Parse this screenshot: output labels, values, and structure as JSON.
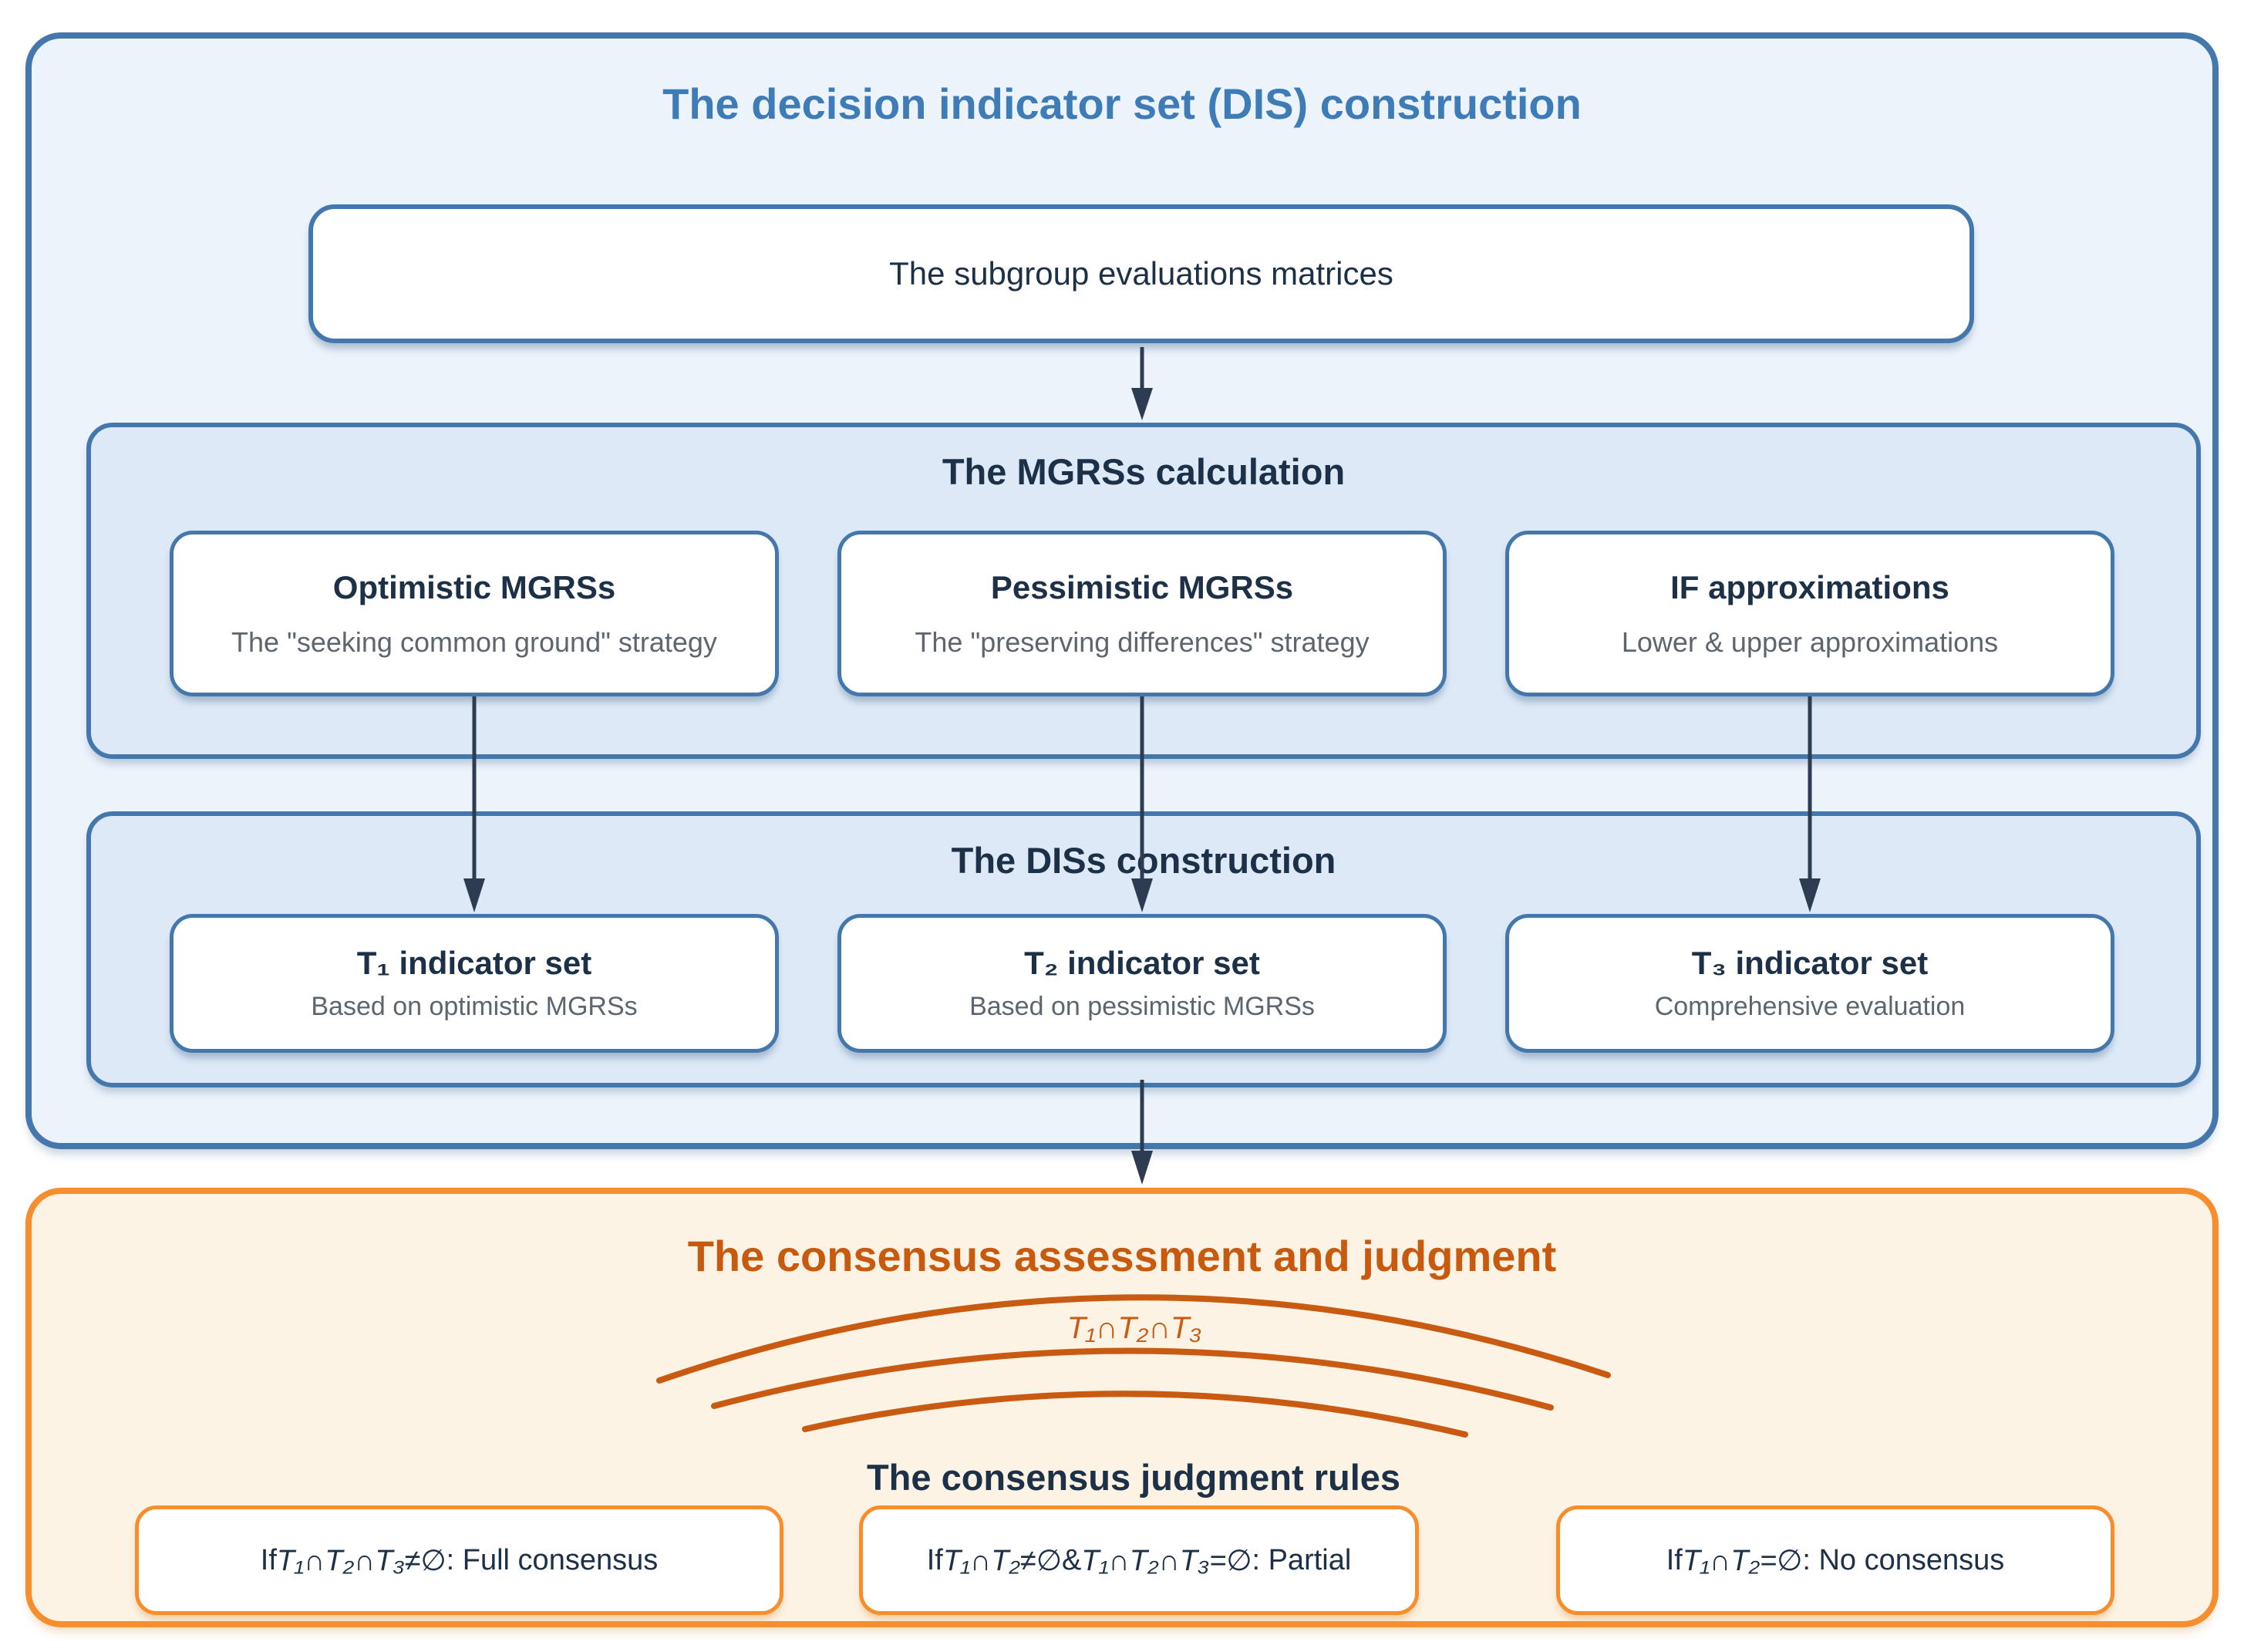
{
  "colors": {
    "panel_border_blue": "#4478AD",
    "panel_fill_light": "#ECF3FB",
    "panel_fill_mid": "#DDE9F7",
    "navy_text": "#1C3047",
    "gray_text": "#5D666F",
    "blue_title": "#3E7CB8",
    "orange_border": "#F78E2D",
    "orange_fill": "#FCF3E4",
    "orange_title": "#C75A0F",
    "arc_stroke": "#C85A12",
    "arrow": "#2D3C51"
  },
  "dis_panel": {
    "title": "The decision indicator set (DIS) construction",
    "input_box_label": "The subgroup evaluations matrices",
    "mgrs_section": {
      "title": "The MGRSs calculation",
      "boxes": [
        {
          "title": "Optimistic MGRSs",
          "subtitle": "The \"seeking common ground\" strategy"
        },
        {
          "title": "Pessimistic MGRSs",
          "subtitle": "The \"preserving differences\" strategy"
        },
        {
          "title": "IF approximations",
          "subtitle": "Lower & upper approximations"
        }
      ]
    },
    "diss_section": {
      "title": "The DISs construction",
      "boxes": [
        {
          "title": "T₁ indicator set",
          "subtitle": "Based on optimistic MGRSs"
        },
        {
          "title": "T₂ indicator set",
          "subtitle": "Based on pessimistic MGRSs"
        },
        {
          "title": "T₃ indicator set",
          "subtitle": "Comprehensive evaluation"
        }
      ]
    }
  },
  "consensus_panel": {
    "title": "The consensus assessment and judgment",
    "arc_label": "T₁∩T₂∩T₃",
    "rules_title": "The consensus judgment rules",
    "rules": [
      {
        "segments": [
          {
            "text": "If ",
            "italic": false
          },
          {
            "text": "T₁∩T₂∩T₃≠∅",
            "italic": true
          },
          {
            "text": ": Full consensus",
            "italic": false
          }
        ]
      },
      {
        "segments": [
          {
            "text": "If ",
            "italic": false
          },
          {
            "text": "T₁∩T₂≠∅",
            "italic": true
          },
          {
            "text": " & ",
            "italic": false
          },
          {
            "text": "T₁∩T₂∩T₃=∅",
            "italic": true
          },
          {
            "text": ": Partial",
            "italic": false
          }
        ]
      },
      {
        "segments": [
          {
            "text": "If ",
            "italic": false
          },
          {
            "text": "T₁∩T₂=∅",
            "italic": true
          },
          {
            "text": ": No consensus",
            "italic": false
          }
        ]
      }
    ]
  }
}
